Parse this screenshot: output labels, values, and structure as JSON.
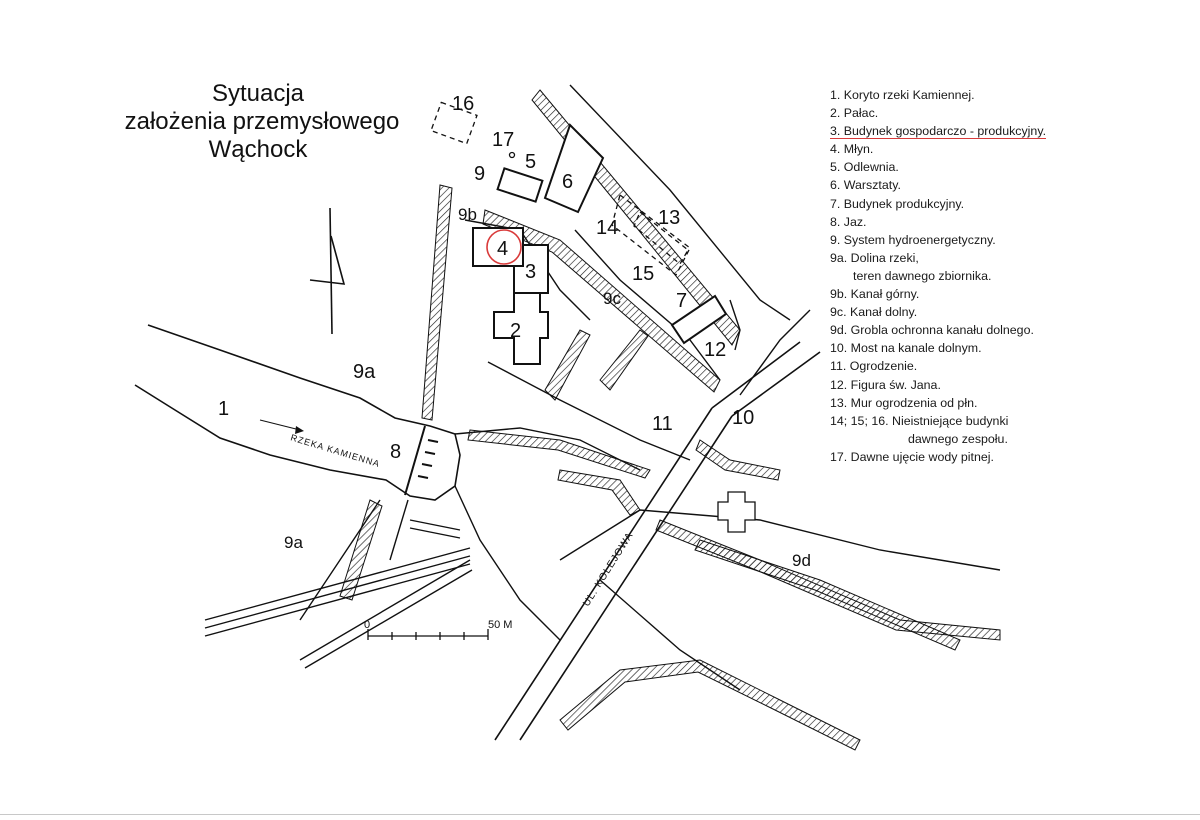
{
  "title": {
    "lines": [
      "Sytuacja",
      "założenia przemysłowego",
      "Wąchock"
    ]
  },
  "labels": {
    "n1": "1",
    "n2": "2",
    "n3": "3",
    "n4": "4",
    "n5": "5",
    "n6": "6",
    "n7": "7",
    "n8": "8",
    "n9": "9",
    "n9a_top": "9a",
    "n9a_bottom": "9a",
    "n9b": "9b",
    "n9c": "9c",
    "n9d": "9d",
    "n10": "10",
    "n11": "11",
    "n12": "12",
    "n13": "13",
    "n14": "14",
    "n15": "15",
    "n16": "16",
    "n17": "17"
  },
  "river_label": "RZEKA KAMIENNA",
  "street_label": "UL. KOLEJOWA",
  "scale": {
    "zero": "0",
    "max": "50 M"
  },
  "legend": {
    "items": [
      "1. Koryto rzeki Kamiennej.",
      "2. Pałac.",
      "3. Budynek gospodarczo - produkcyjny.",
      "4. Młyn.",
      "5. Odlewnia.",
      "6. Warsztaty.",
      "7. Budynek produkcyjny.",
      "8. Jaz.",
      "9. System hydroenergetyczny.",
      "9a. Dolina rzeki,",
      "teren dawnego zbiornika.",
      "9b. Kanał górny.",
      "9c. Kanał dolny.",
      "9d. Grobla ochronna kanału dolnego.",
      "10. Most na kanale dolnym.",
      "11. Ogrodzenie.",
      "12. Figura św. Jana.",
      "13. Mur ogrodzenia od płn.",
      "14; 15; 16. Nieistniejące budynki",
      "dawnego zespołu.",
      "17. Dawne ujęcie wody pitnej."
    ]
  },
  "colors": {
    "ink": "#111111",
    "highlight": "#d93a3a"
  }
}
